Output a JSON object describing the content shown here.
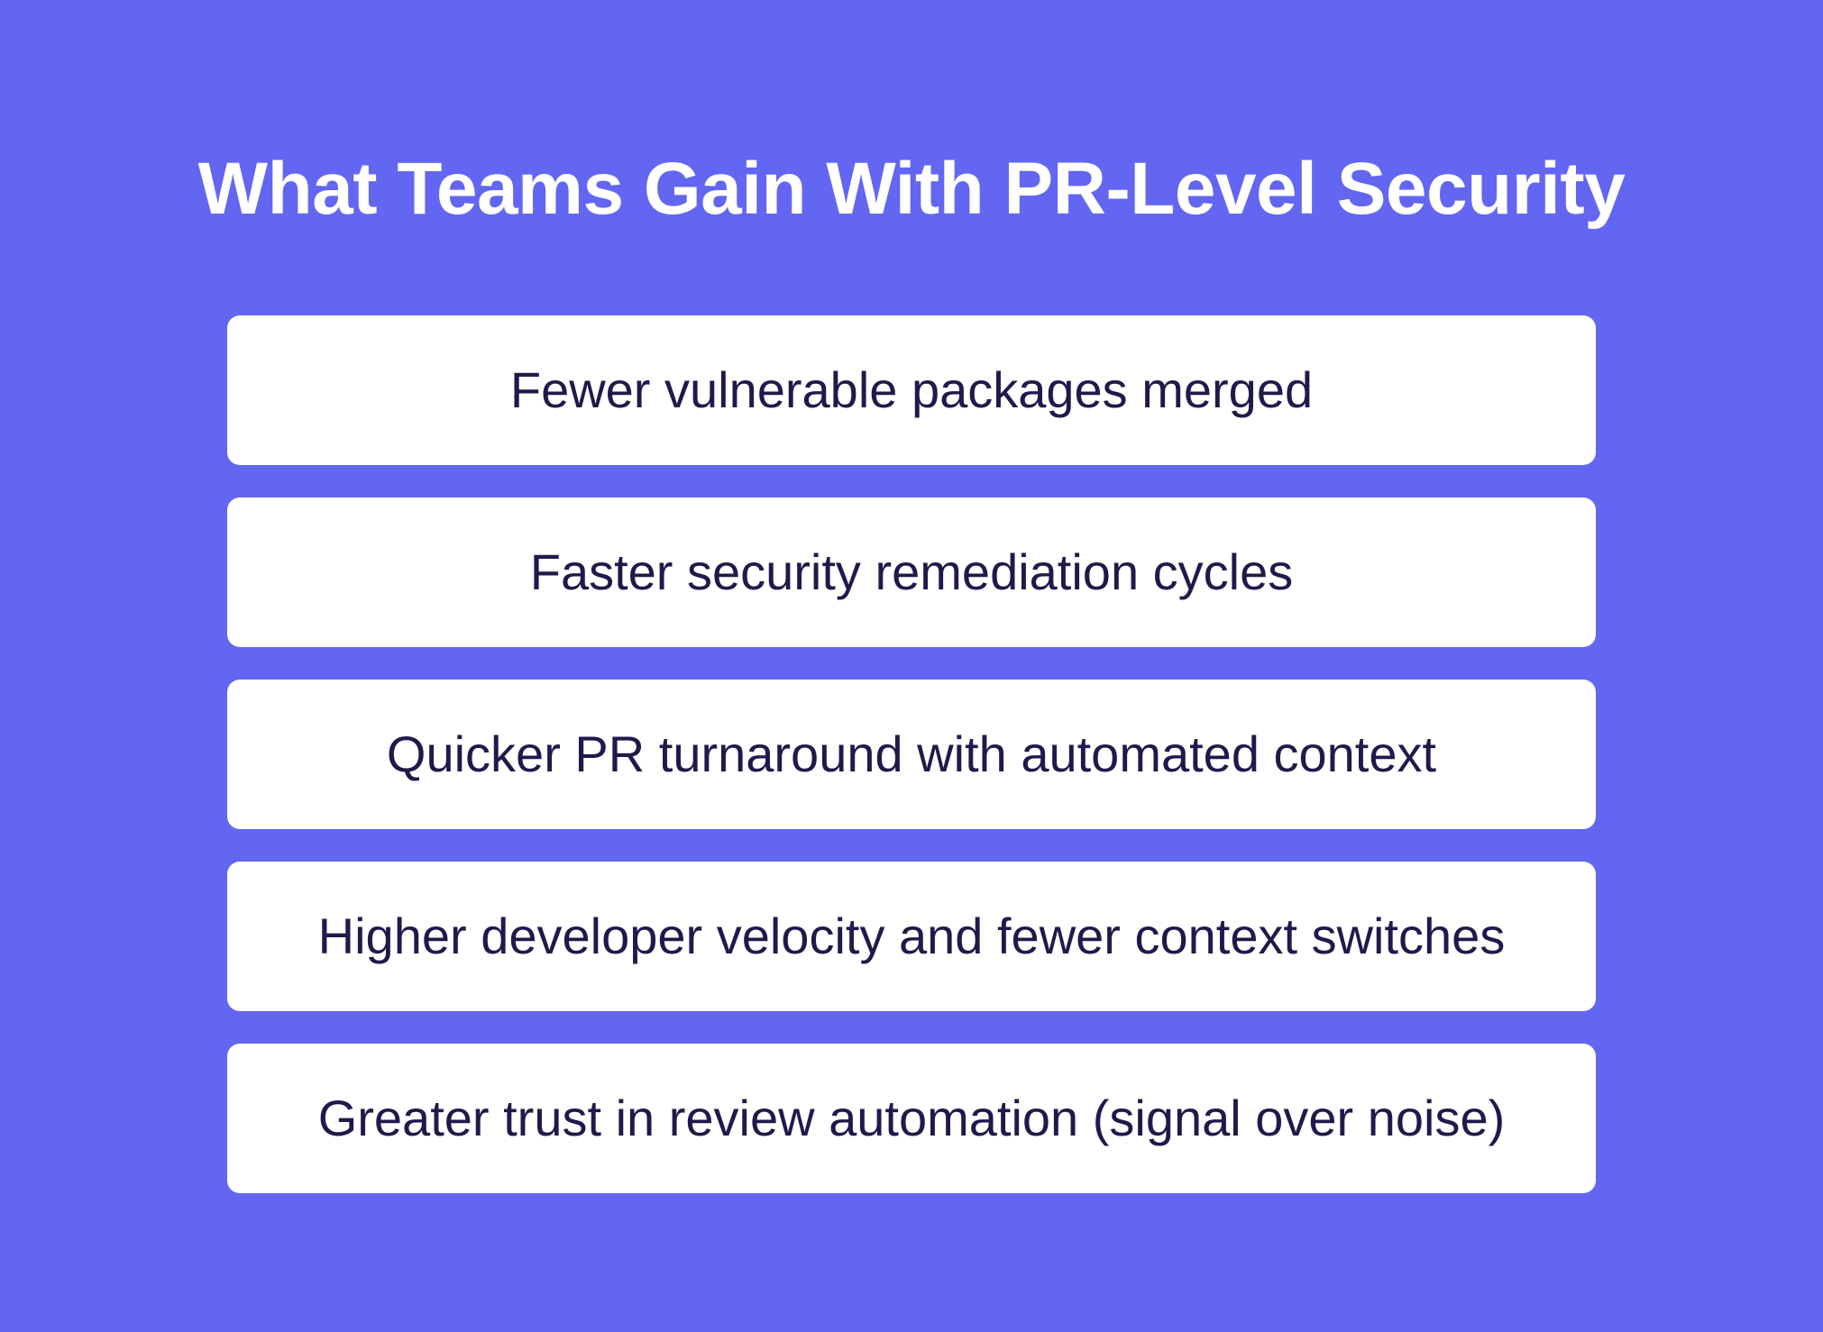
{
  "title": "What Teams Gain With PR-Level Security",
  "colors": {
    "background": "#6366f1",
    "card": "#ffffff",
    "card_text": "#1e1b4b",
    "title_text": "#ffffff"
  },
  "items": [
    {
      "label": "Fewer vulnerable packages merged"
    },
    {
      "label": "Faster security remediation cycles"
    },
    {
      "label": "Quicker PR turnaround with automated context"
    },
    {
      "label": "Higher developer velocity and fewer context switches"
    },
    {
      "label": "Greater trust in review automation (signal over noise)"
    }
  ]
}
